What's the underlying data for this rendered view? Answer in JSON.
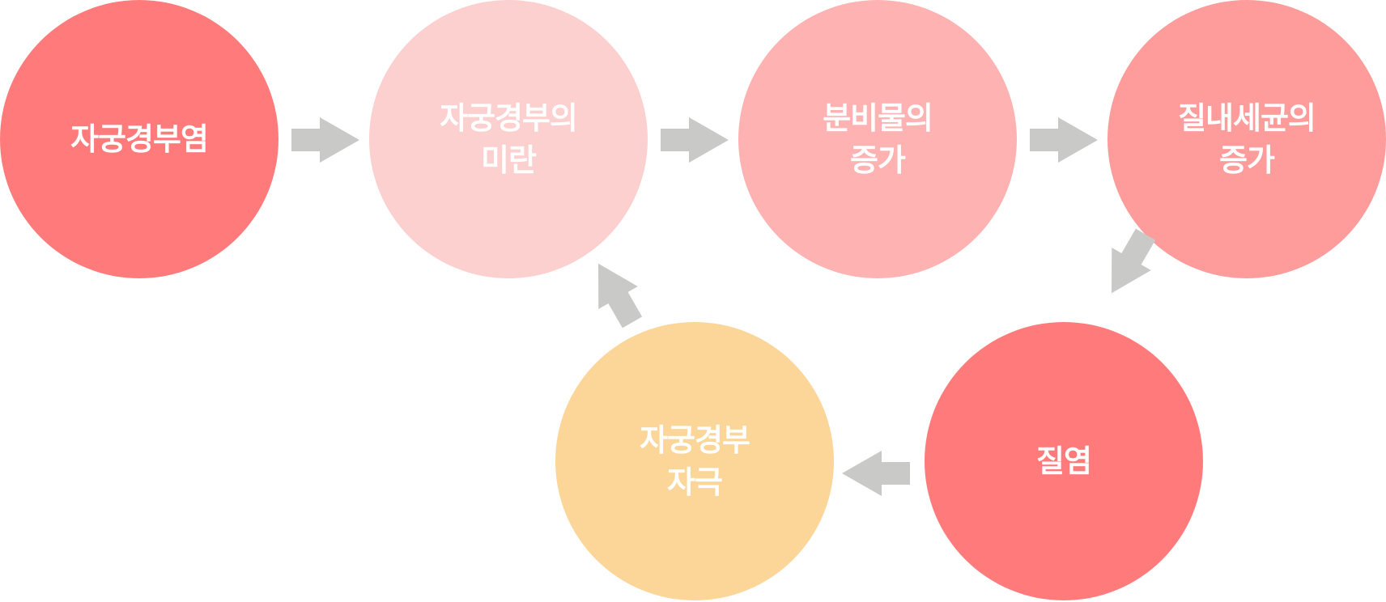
{
  "nodes": [
    {
      "label": "자궁경부염",
      "color": "#FF7B7B"
    },
    {
      "label": "자궁경부의\n미란",
      "color": "#FCD0CF"
    },
    {
      "label": "분비물의\n증가",
      "color": "#FEB2B2"
    },
    {
      "label": "질내세균의\n증가",
      "color": "#FE9B9B"
    },
    {
      "label": "질염",
      "color": "#FF7B7B"
    },
    {
      "label": "자궁경부\n자극",
      "color": "#FBD698"
    }
  ],
  "arrow_color": "#C9CAC8"
}
